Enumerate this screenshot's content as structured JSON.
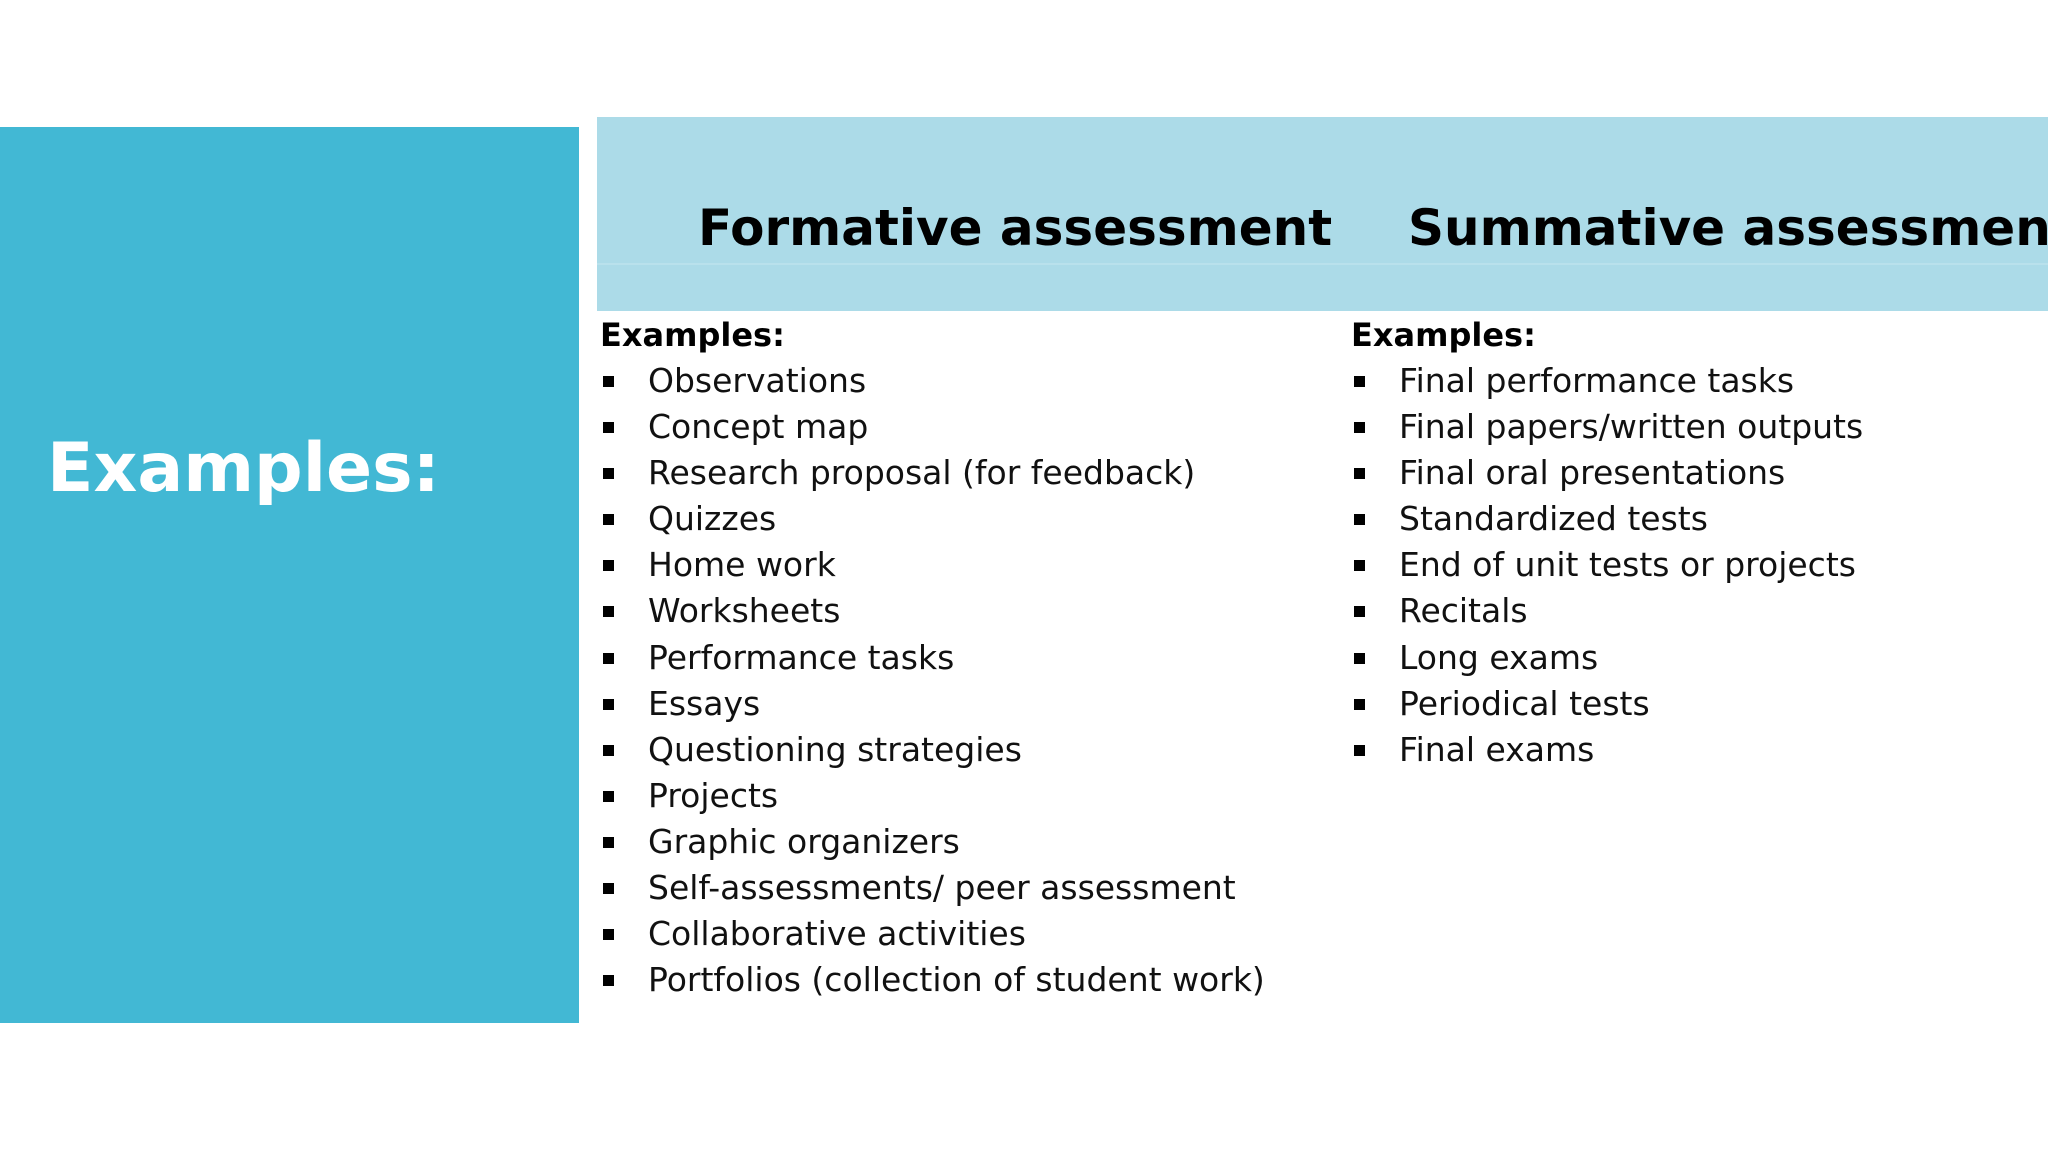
{
  "slide": {
    "left_title": "Examples:",
    "formative": {
      "heading": "Formative assessment",
      "label": "Examples:",
      "items": [
        "Observations",
        "Concept map",
        "Research proposal (for feedback)",
        "Quizzes",
        "Home work",
        "Worksheets",
        "Performance tasks",
        "Essays",
        "Questioning strategies",
        "Projects",
        "Graphic organizers",
        "Self-assessments/ peer assessment",
        "Collaborative activities",
        "Portfolios (collection of student work)"
      ]
    },
    "summative": {
      "heading": "Summative assessment",
      "label": "Examples:",
      "items": [
        "Final performance tasks",
        "Final papers/written outputs",
        "Final oral presentations",
        "Standardized tests",
        "End of unit tests or projects",
        "Recitals",
        "Long exams",
        "Periodical tests",
        "Final exams"
      ]
    }
  },
  "colors": {
    "left_panel": "#42b8d4",
    "header_band": "#acdbe8",
    "text": "#000000"
  }
}
